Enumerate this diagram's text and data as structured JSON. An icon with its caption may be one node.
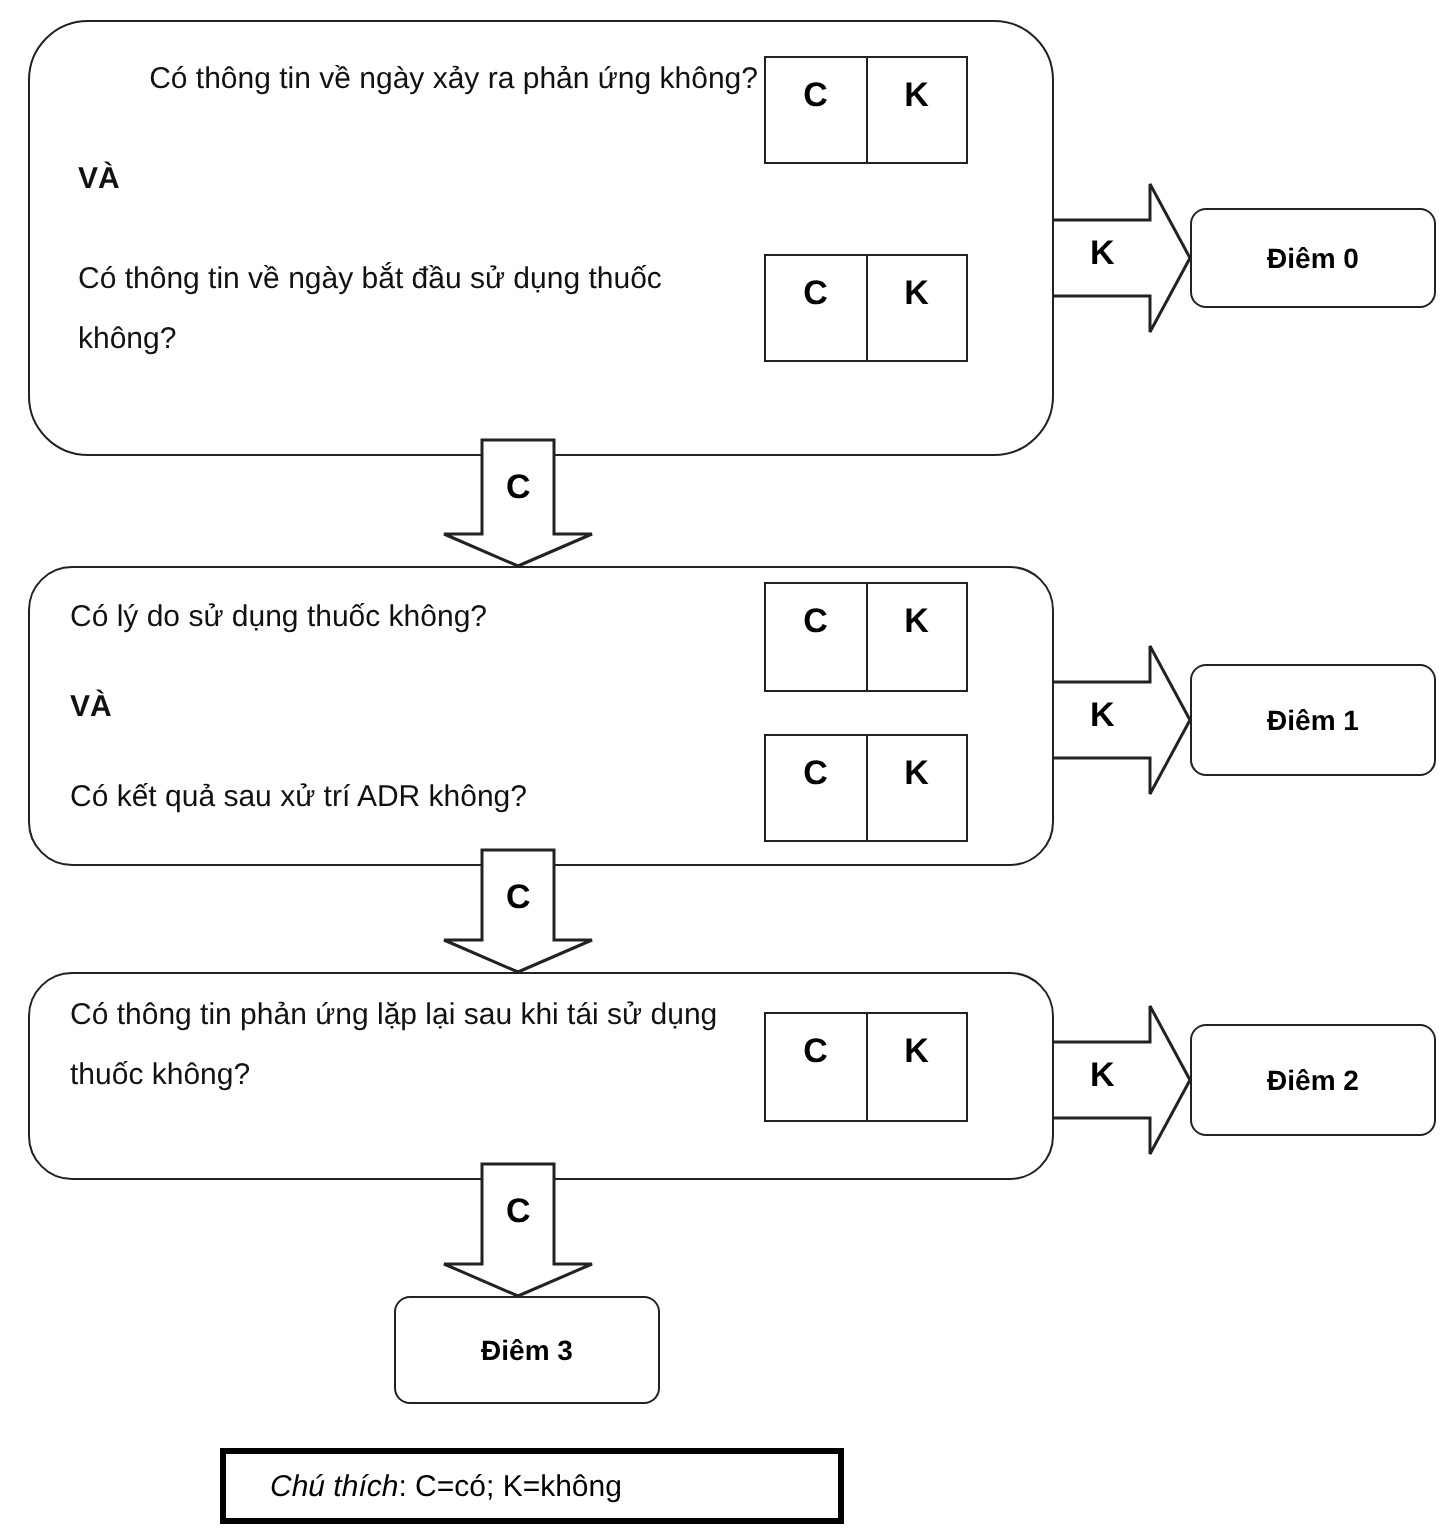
{
  "diagram": {
    "nodes": [
      {
        "text": [
          "Có thông tin về ngày xảy ra phản ứng không?",
          "VÀ",
          "Có thông tin về ngày bắt đầu sử dụng thuốc không?"
        ]
      },
      {
        "text": [
          "C",
          "K"
        ],
        "in": 0
      },
      {
        "text": [
          "C",
          "K"
        ],
        "in": 0
      },
      {
        "text": [
          "Điêm 0"
        ]
      },
      {
        "text": [
          "Có lý do sử dụng thuốc không?",
          "VÀ",
          "Có kết quả sau xử trí ADR không?"
        ]
      },
      {
        "text": [
          "C",
          "K"
        ],
        "in": 4
      },
      {
        "text": [
          "C",
          "K"
        ],
        "in": 4
      },
      {
        "text": [
          "Điêm 1"
        ]
      },
      {
        "text": [
          "Có thông tin phản ứng lặp lại sau khi tái sử dụng thuốc không?"
        ]
      },
      {
        "text": [
          "C",
          "K"
        ],
        "in": 8
      },
      {
        "text": [
          "Điêm 2"
        ]
      },
      {
        "text": [
          "Điêm 3"
        ]
      },
      {
        "text": [
          "*Chú thích*: C=có; K=không"
        ]
      }
    ],
    "edges": [
      {
        "from": 0,
        "to": 3,
        "arrow": "to",
        "label": "K"
      },
      {
        "from": 0,
        "to": 4,
        "arrow": "to",
        "label": "C"
      },
      {
        "from": 4,
        "to": 7,
        "arrow": "to",
        "label": "K"
      },
      {
        "from": 4,
        "to": 8,
        "arrow": "to",
        "label": "C"
      },
      {
        "from": 8,
        "to": 10,
        "arrow": "to",
        "label": "K"
      },
      {
        "from": 8,
        "to": 11,
        "arrow": "to",
        "label": "C"
      }
    ]
  }
}
